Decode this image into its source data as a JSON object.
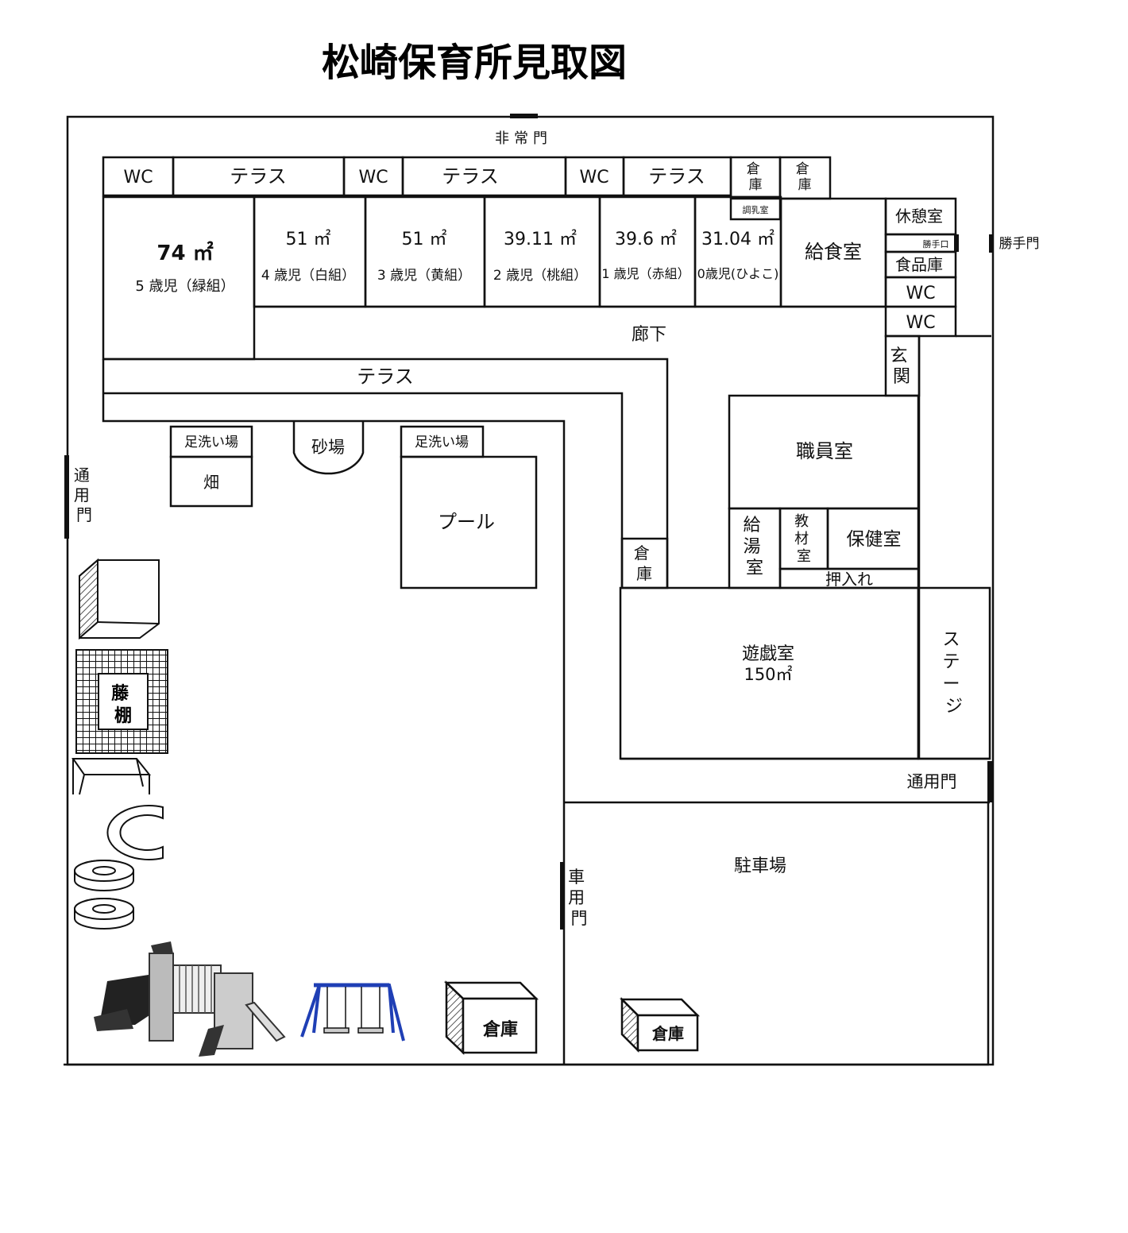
{
  "title": "松崎保育所見取図",
  "gates": {
    "emergency": "非常門",
    "back_gate": "勝手門",
    "service_door": "勝手口",
    "side_gate_left": "通用門",
    "side_gate_right": "通用門",
    "vehicle_gate": "車用門"
  },
  "top_row": {
    "wc_1": "WC",
    "terrace_1": "テラス",
    "wc_2": "WC",
    "terrace_2": "テラス",
    "wc_3": "WC",
    "terrace_3": "テラス",
    "storage_1": "倉庫",
    "storage_2": "倉庫"
  },
  "classrooms": [
    {
      "area": "74 ㎡",
      "name": "5 歳児（緑組）"
    },
    {
      "area": "51 ㎡",
      "name": "4 歳児（白組）"
    },
    {
      "area": "51 ㎡",
      "name": "3 歳児（黄組）"
    },
    {
      "area": "39.11 ㎡",
      "name": "2 歳児（桃組）"
    },
    {
      "area": "39.6 ㎡",
      "name": "1 歳児（赤組）"
    },
    {
      "area": "31.04 ㎡",
      "name": "0歳児(ひよこ)"
    }
  ],
  "rooms": {
    "nursing": "調乳室",
    "kitchen": "給食室",
    "rest": "休憩室",
    "pantry": "食品庫",
    "wc_a": "WC",
    "wc_b": "WC",
    "hallway": "廊下",
    "entrance": "玄関",
    "terrace_lower": "テラス",
    "staff": "職員室",
    "hot_water": "給湯室",
    "materials": "教材室",
    "health": "保健室",
    "closet": "押入れ",
    "storage_mid": "倉庫",
    "playroom_name": "遊戯室",
    "playroom_area": "150㎡",
    "stage": "ステージ",
    "parking": "駐車場"
  },
  "yard": {
    "footwash_1": "足洗い場",
    "field": "畑",
    "sandbox": "砂場",
    "footwash_2": "足洗い場",
    "pool": "プール",
    "wisteria": "藤棚",
    "shed_1": "倉庫",
    "shed_2": "倉庫"
  },
  "colors": {
    "line": "#111111",
    "swing": "#1f3fb5",
    "shade": "#777777"
  }
}
